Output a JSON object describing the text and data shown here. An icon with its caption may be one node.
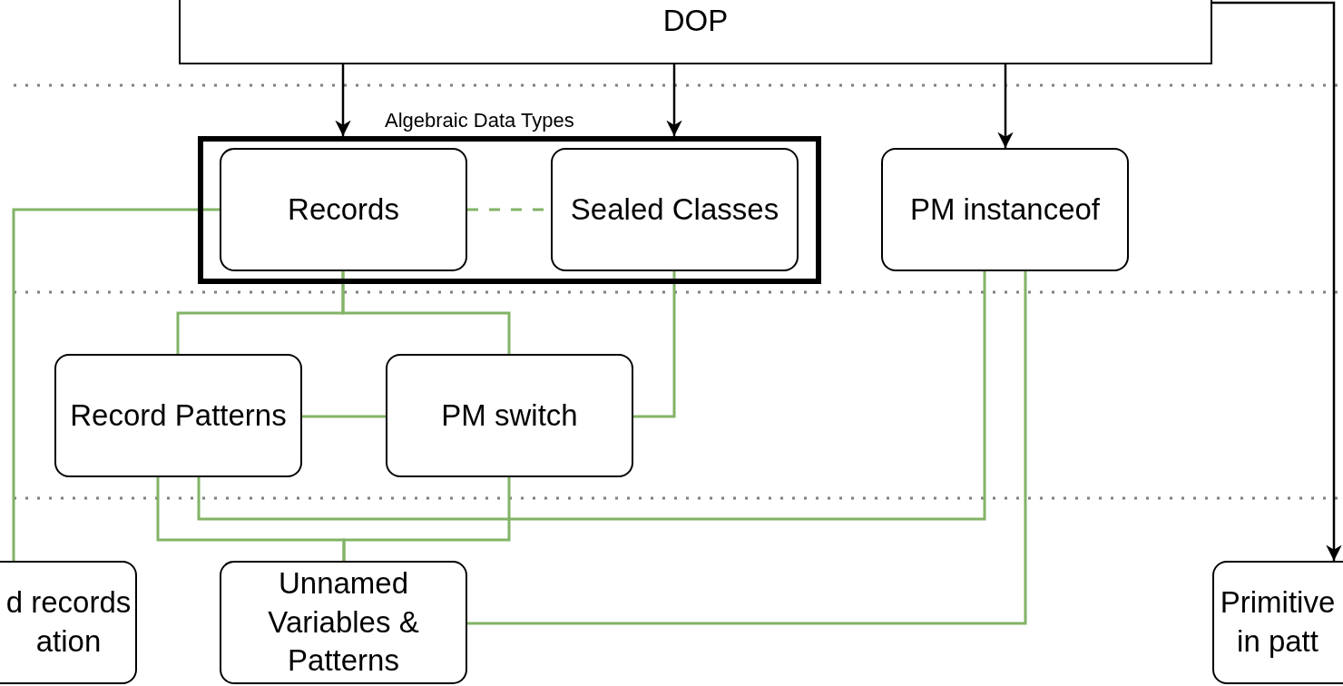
{
  "diagram": {
    "nodes": [
      {
        "text": [
          "DOP"
        ]
      },
      {
        "text": [
          "Algebraic Data Types"
        ]
      },
      {
        "text": [
          "Records"
        ],
        "in": 1
      },
      {
        "text": [
          "Sealed Classes"
        ],
        "in": 1
      },
      {
        "text": [
          "PM instanceof"
        ]
      },
      {
        "text": [
          "Record Patterns"
        ]
      },
      {
        "text": [
          "PM switch"
        ]
      },
      {
        "text": [
          "d records ation"
        ]
      },
      {
        "text": [
          "Unnamed Variables & Patterns"
        ]
      },
      {
        "text": [
          "Primitive in patt"
        ]
      }
    ],
    "edges": [
      {
        "from": 0,
        "to": 2,
        "arrow": "to",
        "color": "#000000"
      },
      {
        "from": 0,
        "to": 3,
        "arrow": "to",
        "color": "#000000"
      },
      {
        "from": 0,
        "to": 4,
        "arrow": "to",
        "color": "#000000"
      },
      {
        "from": 0,
        "to": 9,
        "arrow": "to",
        "color": "#000000"
      },
      {
        "from": 2,
        "to": 3,
        "arrow": "none",
        "style": "dashed"
      },
      {
        "from": 2,
        "to": 7,
        "arrow": "none"
      },
      {
        "from": 2,
        "to": 5,
        "arrow": "none"
      },
      {
        "from": 2,
        "to": 6,
        "arrow": "none"
      },
      {
        "from": 3,
        "to": 6,
        "arrow": "none"
      },
      {
        "from": 5,
        "to": 6,
        "arrow": "none"
      },
      {
        "from": 5,
        "to": 4,
        "arrow": "none"
      },
      {
        "from": 5,
        "to": 8,
        "arrow": "none"
      },
      {
        "from": 6,
        "to": 8,
        "arrow": "none"
      },
      {
        "from": 4,
        "to": 8,
        "arrow": "none"
      }
    ]
  }
}
